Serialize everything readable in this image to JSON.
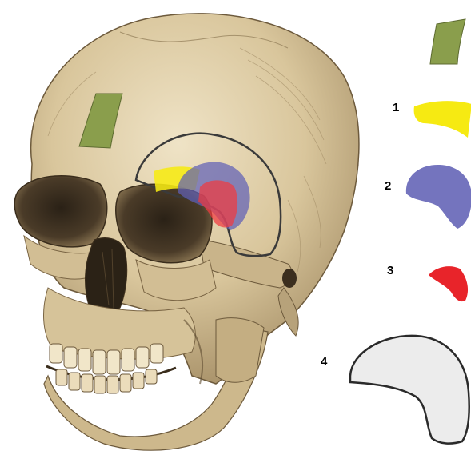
{
  "legend": {
    "items": [
      {
        "number": "",
        "name": "green-plate",
        "color": "#8a9e4c"
      },
      {
        "number": "1",
        "name": "yellow-region",
        "color": "#f6ea12"
      },
      {
        "number": "2",
        "name": "blue-region",
        "color": "#7474be"
      },
      {
        "number": "3",
        "name": "red-region",
        "color": "#e8242a"
      },
      {
        "number": "4",
        "name": "outline-region",
        "color": "#ececec"
      }
    ]
  },
  "colors": {
    "bone": "#e2d2ad",
    "bone_shadow": "#a8926c",
    "bone_dark": "#4d3e2a",
    "outline": "#3a3a3a"
  }
}
